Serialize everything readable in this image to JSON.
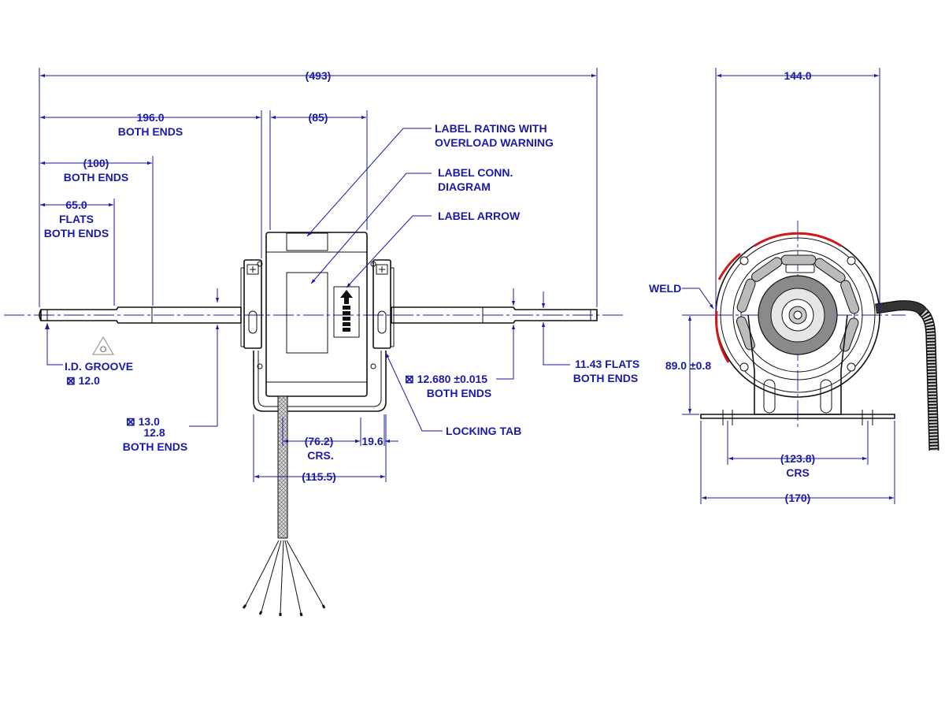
{
  "front_view": {
    "dim_overall": "(493)",
    "dim_shaft_length_value": "196.0",
    "dim_shaft_length_note": "BOTH ENDS",
    "dim_body_width": "(85)",
    "dim_100_value": "(100)",
    "dim_100_note": "BOTH ENDS",
    "dim_flats_value": "65.0",
    "dim_flats_line2": "FLATS",
    "dim_flats_line3": "BOTH ENDS",
    "id_groove_label": "I.D. GROOVE",
    "id_groove_dia": "⊠  12.0",
    "dia_13_line1": "⊠  13.0",
    "dia_13_line2": "12.8",
    "dia_13_line3": "BOTH ENDS",
    "shaft_dia_line1": "⊠  12.680 ±0.015",
    "shaft_dia_line2": "BOTH ENDS",
    "flats_1143_line1": "11.43  FLATS",
    "flats_1143_line2": "BOTH ENDS",
    "crs_762_value": "(76.2)",
    "crs_762_note": "CRS.",
    "dim_196": "19.6",
    "dim_1155": "(115.5)",
    "callout_label_rating_1": "LABEL RATING WITH",
    "callout_label_rating_2": "OVERLOAD WARNING",
    "callout_label_conn_1": "LABEL CONN.",
    "callout_label_conn_2": "DIAGRAM",
    "callout_label_arrow": "LABEL ARROW",
    "callout_locking_tab": "LOCKING TAB",
    "groove_symbol_letter": "O"
  },
  "side_view": {
    "dim_width": "144.0",
    "weld_label": "WELD",
    "dim_height": "89.0 ±0.8",
    "dim_crs_value": "(123.8)",
    "dim_crs_note": "CRS",
    "dim_base_width": "(170)"
  },
  "colors": {
    "dimension": "#1a1aa6",
    "outline": "#111111",
    "weld": "#d01818"
  }
}
